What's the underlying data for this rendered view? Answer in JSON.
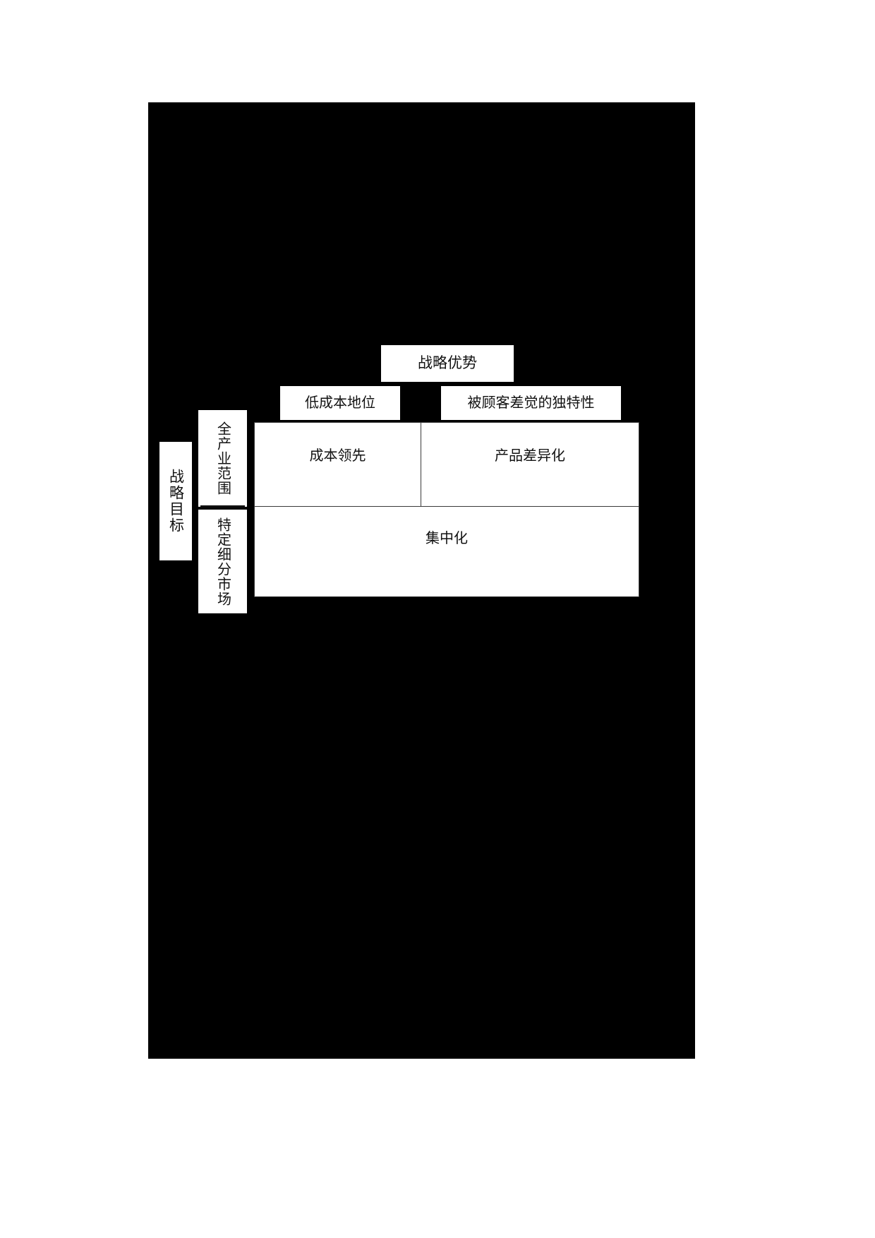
{
  "diagram": {
    "title_chip": "战略优势",
    "column_headers": [
      "低成本地位",
      "被顾客差觉的独特性"
    ],
    "axis_label": "战略目标",
    "row_headers": [
      "全产业范围",
      "特定细分市场"
    ],
    "cells": {
      "cost_leadership": "成本领先",
      "differentiation": "产品差异化",
      "focus": "集中化"
    },
    "colors": {
      "page_background": "#000000",
      "chip_background": "#ffffff",
      "text": "#111111",
      "grid_line": "#3a3a3a"
    }
  }
}
